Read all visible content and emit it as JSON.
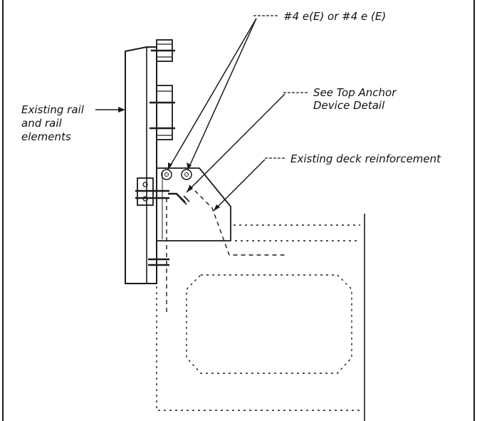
{
  "labels": {
    "bar_callout": "#4 e(E) or #4 e (E)",
    "top_anchor_line1": "See Top Anchor",
    "top_anchor_line2": "Device Detail",
    "existing_rail_line1": "Existing rail",
    "existing_rail_line2": "and rail",
    "existing_rail_line3": "elements",
    "deck_reinforcement": "Existing deck reinforcement"
  }
}
